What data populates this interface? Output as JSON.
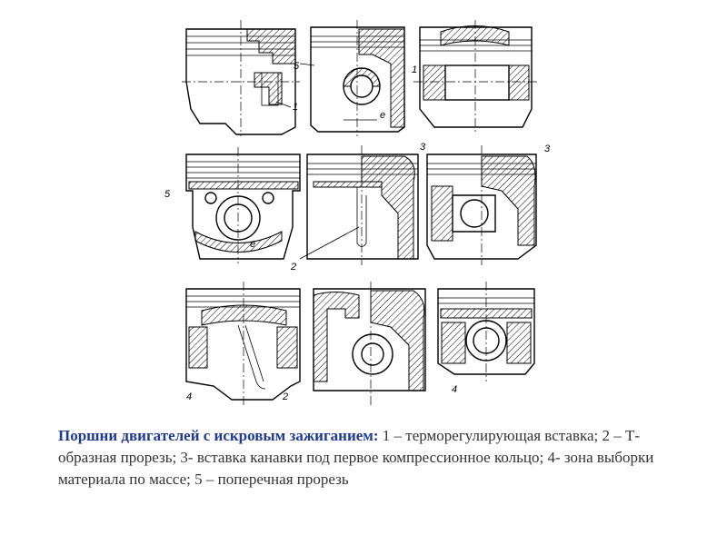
{
  "caption": {
    "lead": "Поршни двигателей с искровым зажиганием:",
    "text": " 1 – терморегулирующая вставка; 2 – Т-образная прорезь; 3- вставка канавки под первое компрессионное кольцо; 4- зона выборки материала по массе; 5 – поперечная прорезь"
  },
  "labels": {
    "n1": "1",
    "n2": "2",
    "n3": "3",
    "n4": "4",
    "n5": "5",
    "e": "e"
  }
}
